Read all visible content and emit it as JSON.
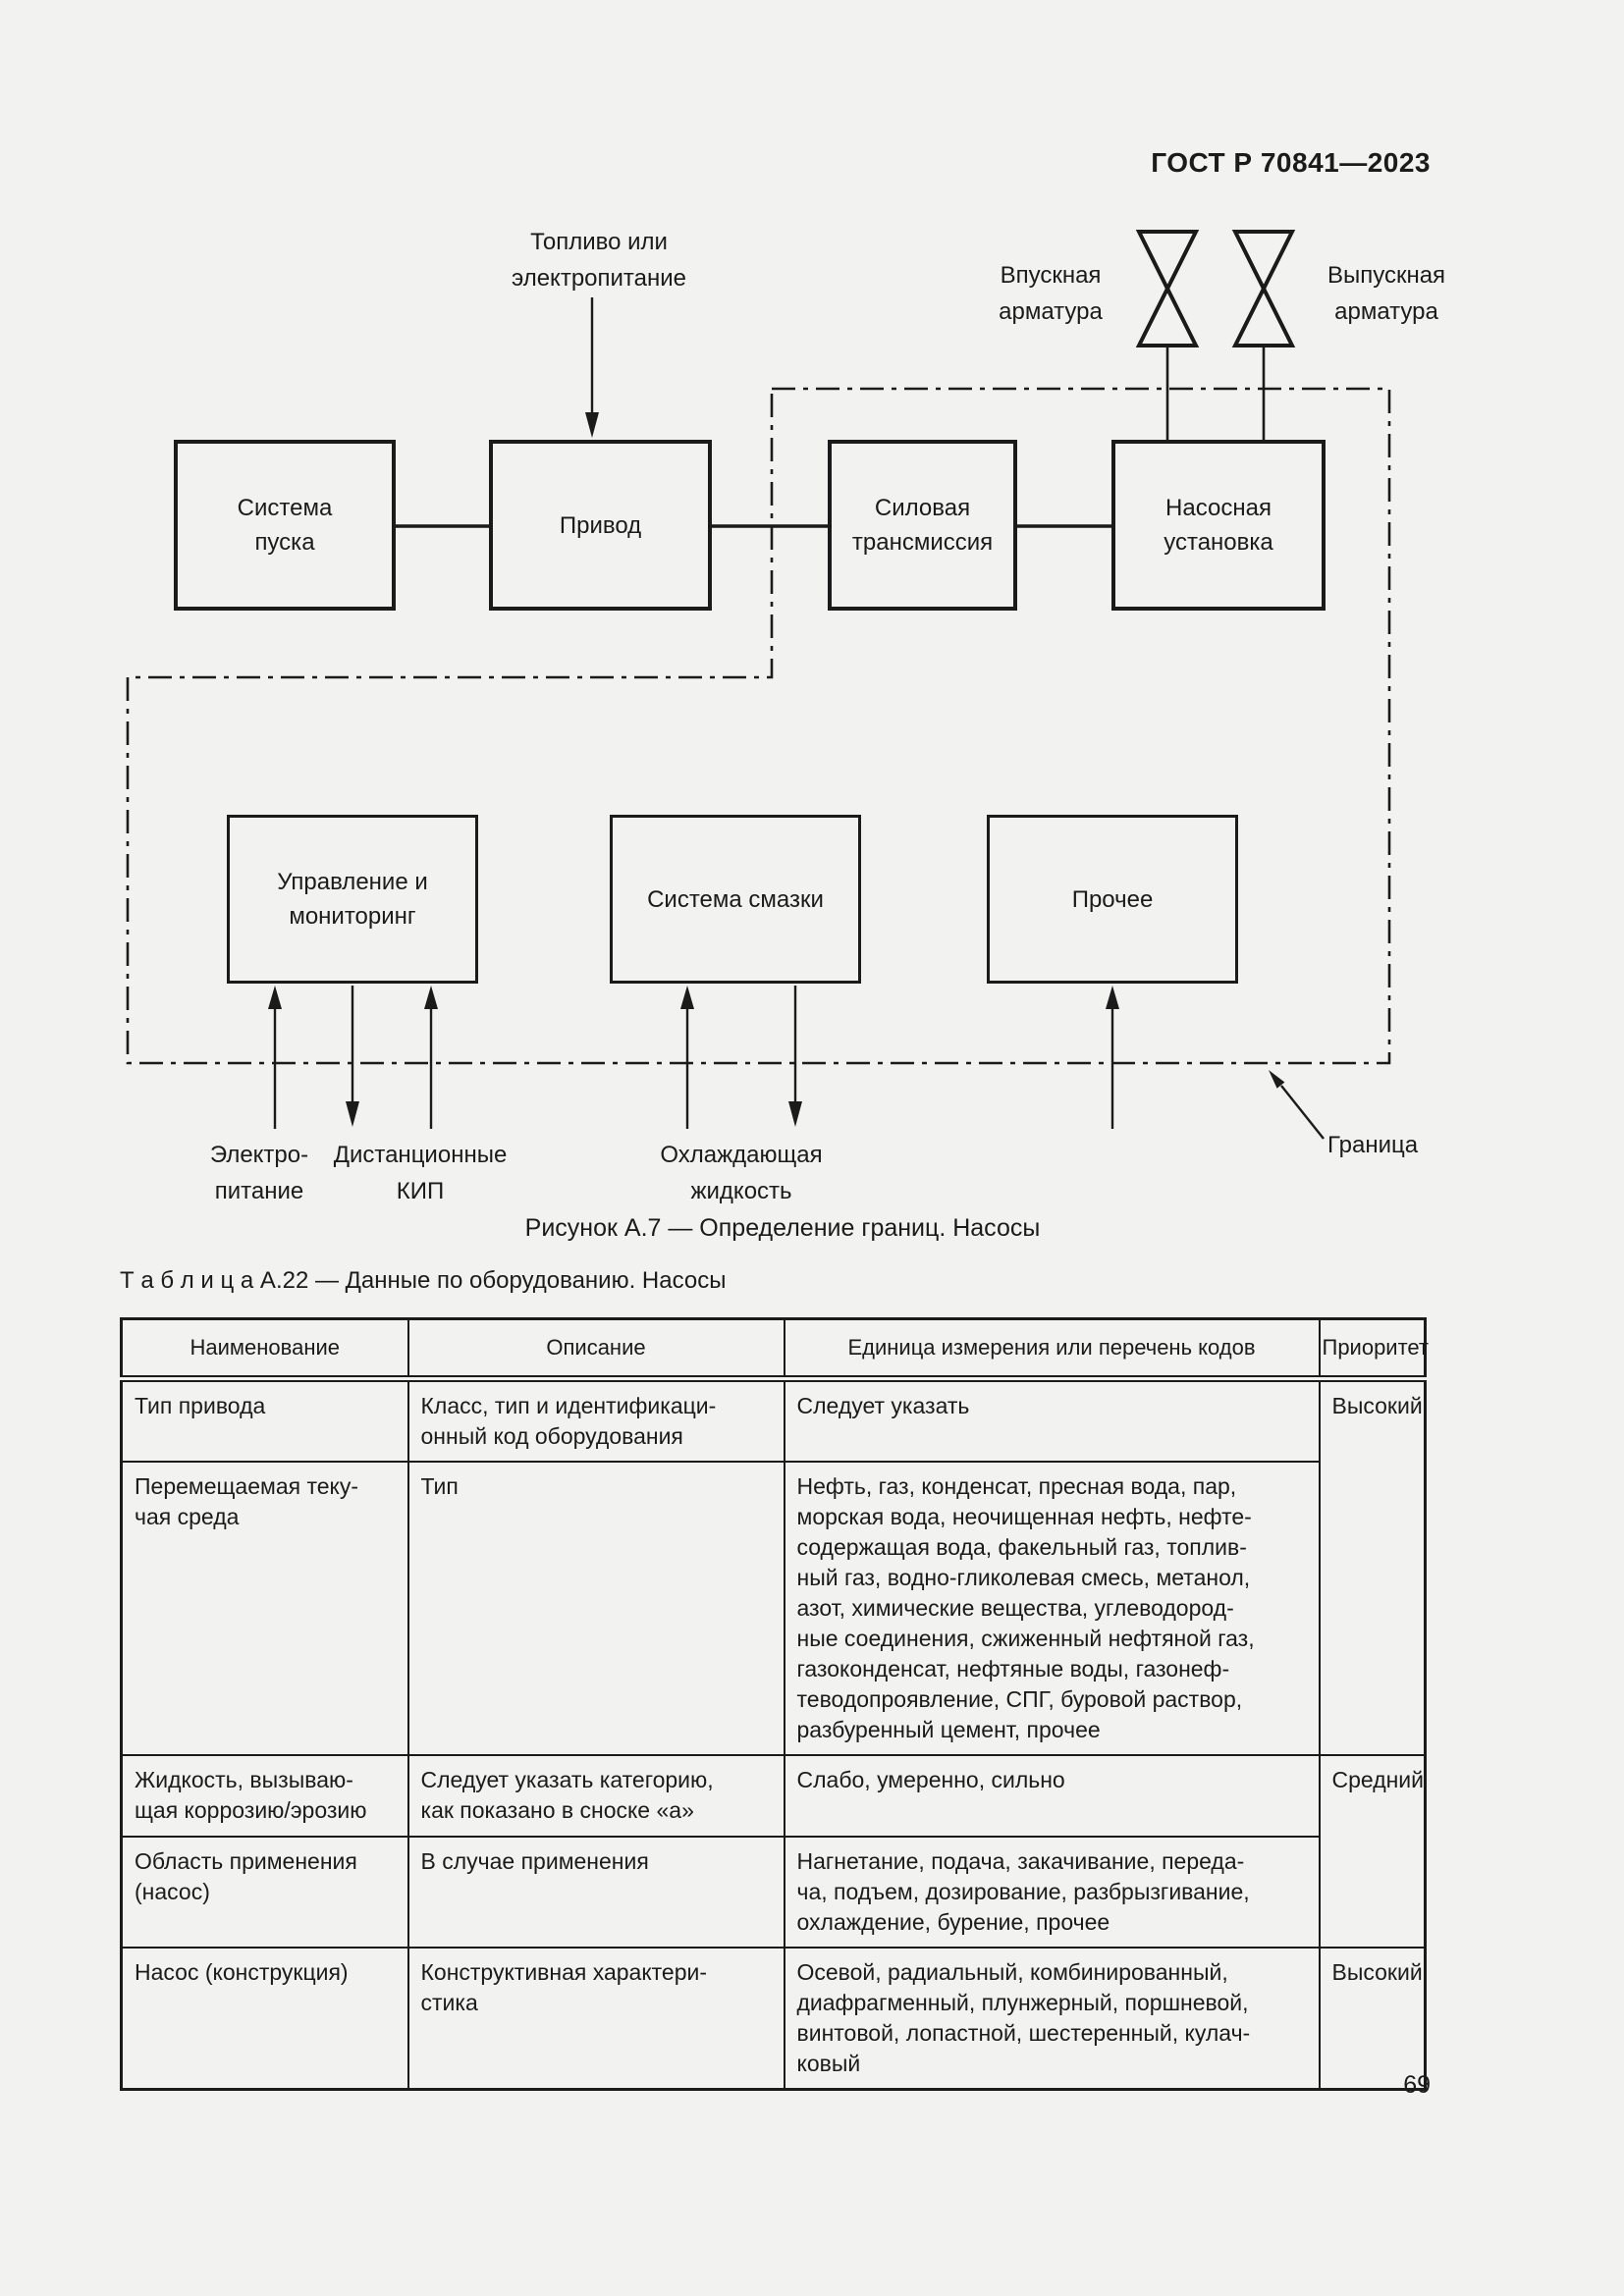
{
  "page": {
    "header": "ГОСТ Р 70841—2023",
    "number": "69",
    "figure_caption": "Рисунок А.7 — Определение границ. Насосы",
    "table_title": "Т а б л и ц а   А.22 — Данные по оборудованию. Насосы"
  },
  "colors": {
    "ink": "#1b1b1b",
    "background": "#f2f2f0"
  },
  "diagram": {
    "boxes": {
      "start_system": "Система\nпуска",
      "drive": "Привод",
      "power_transmission": "Силовая\nтрансмиссия",
      "pump_unit": "Насосная\nустановка",
      "control_monitoring": "Управление и\nмониторинг",
      "lube_system": "Система смазки",
      "other": "Прочее"
    },
    "labels": {
      "fuel": "Топливо или\nэлектропитание",
      "inlet_valve": "Впускная\nарматура",
      "outlet_valve": "Выпускная\nарматура",
      "power": "Электро-\nпитание",
      "remote_instruments": "Дистанционные\nКИП",
      "coolant": "Охлаждающая\nжидкость",
      "boundary": "Граница"
    }
  },
  "table": {
    "headers": [
      "Наименование",
      "Описание",
      "Единица измерения или перечень кодов",
      "Приоритет"
    ],
    "rows": [
      {
        "name": "Тип привода",
        "desc": "Класс, тип и идентификаци-\nонный код оборудования",
        "codes": "Следует указать"
      },
      {
        "name": "Перемещаемая теку-\nчая среда",
        "desc": "Тип",
        "codes": "Нефть, газ, конденсат, пресная вода, пар,\nморская вода, неочищенная нефть, нефте-\nсодержащая вода, факельный газ, топлив-\nный газ, водно-гликолевая смесь, метанол,\nазот, химические вещества, углеводород-\nные соединения, сжиженный нефтяной газ,\nгазоконденсат, нефтяные воды, газонеф-\nтеводопроявление, СПГ, буровой раствор,\nразбуренный цемент, прочее"
      },
      {
        "name": "Жидкость, вызываю-\nщая коррозию/эрозию",
        "desc": "Следует указать категорию,\nкак показано в сноске «а»",
        "codes": "Слабо, умеренно, сильно"
      },
      {
        "name": "Область применения\n(насос)",
        "desc": "В случае применения",
        "codes": "Нагнетание, подача, закачивание, переда-\nча, подъем, дозирование, разбрызгивание,\nохлаждение, бурение, прочее"
      },
      {
        "name": "Насос (конструкция)",
        "desc": "Конструктивная характери-\nстика",
        "codes": "Осевой, радиальный, комбинированный,\nдиафрагменный, плунжерный, поршневой,\nвинтовой, лопастной, шестеренный, кулач-\nковый"
      }
    ],
    "priorities": [
      {
        "label": "Высокий",
        "span": 2
      },
      {
        "label": "Средний",
        "span": 2
      },
      {
        "label": "Высокий",
        "span": 1
      }
    ]
  }
}
